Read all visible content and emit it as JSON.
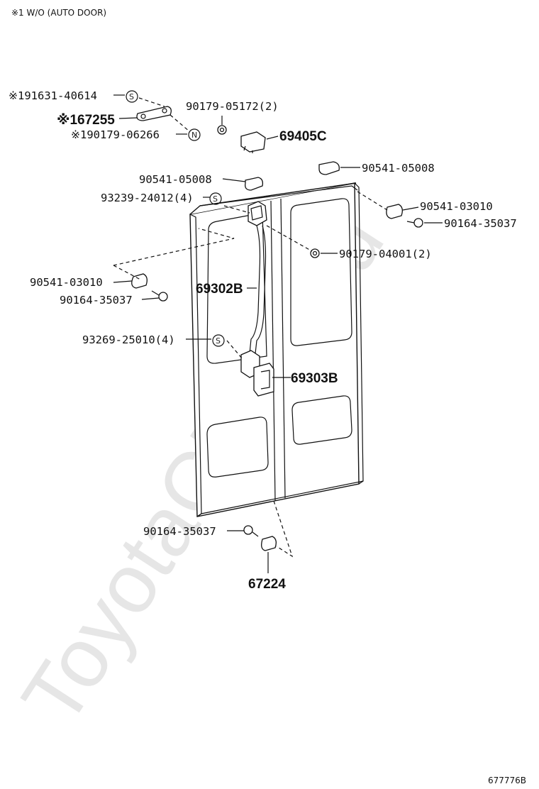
{
  "note": "※1 W/O (AUTO DOOR)",
  "figure_code": "677776B",
  "watermark": "ToyotaCMine.ru",
  "symbols": {
    "s": "S",
    "n": "N"
  },
  "parts": {
    "p91631": "※191631-40614",
    "p67255": "※167255",
    "p90179_06266": "※190179-06266",
    "p90179_05172": "90179-05172(2)",
    "p69405C": "69405C",
    "p90541_05008_a": "90541-05008",
    "p90541_05008_b": "90541-05008",
    "p93239": "93239-24012(4)",
    "p90541_03010_a": "90541-03010",
    "p90164_35037_a": "90164-35037",
    "p90179_04001": "90179-04001(2)",
    "p90541_03010_b": "90541-03010",
    "p90164_35037_b": "90164-35037",
    "p69302B": "69302B",
    "p93269": "93269-25010(4)",
    "p69303B": "69303B",
    "p90164_35037_c": "90164-35037",
    "p67224": "67224"
  }
}
